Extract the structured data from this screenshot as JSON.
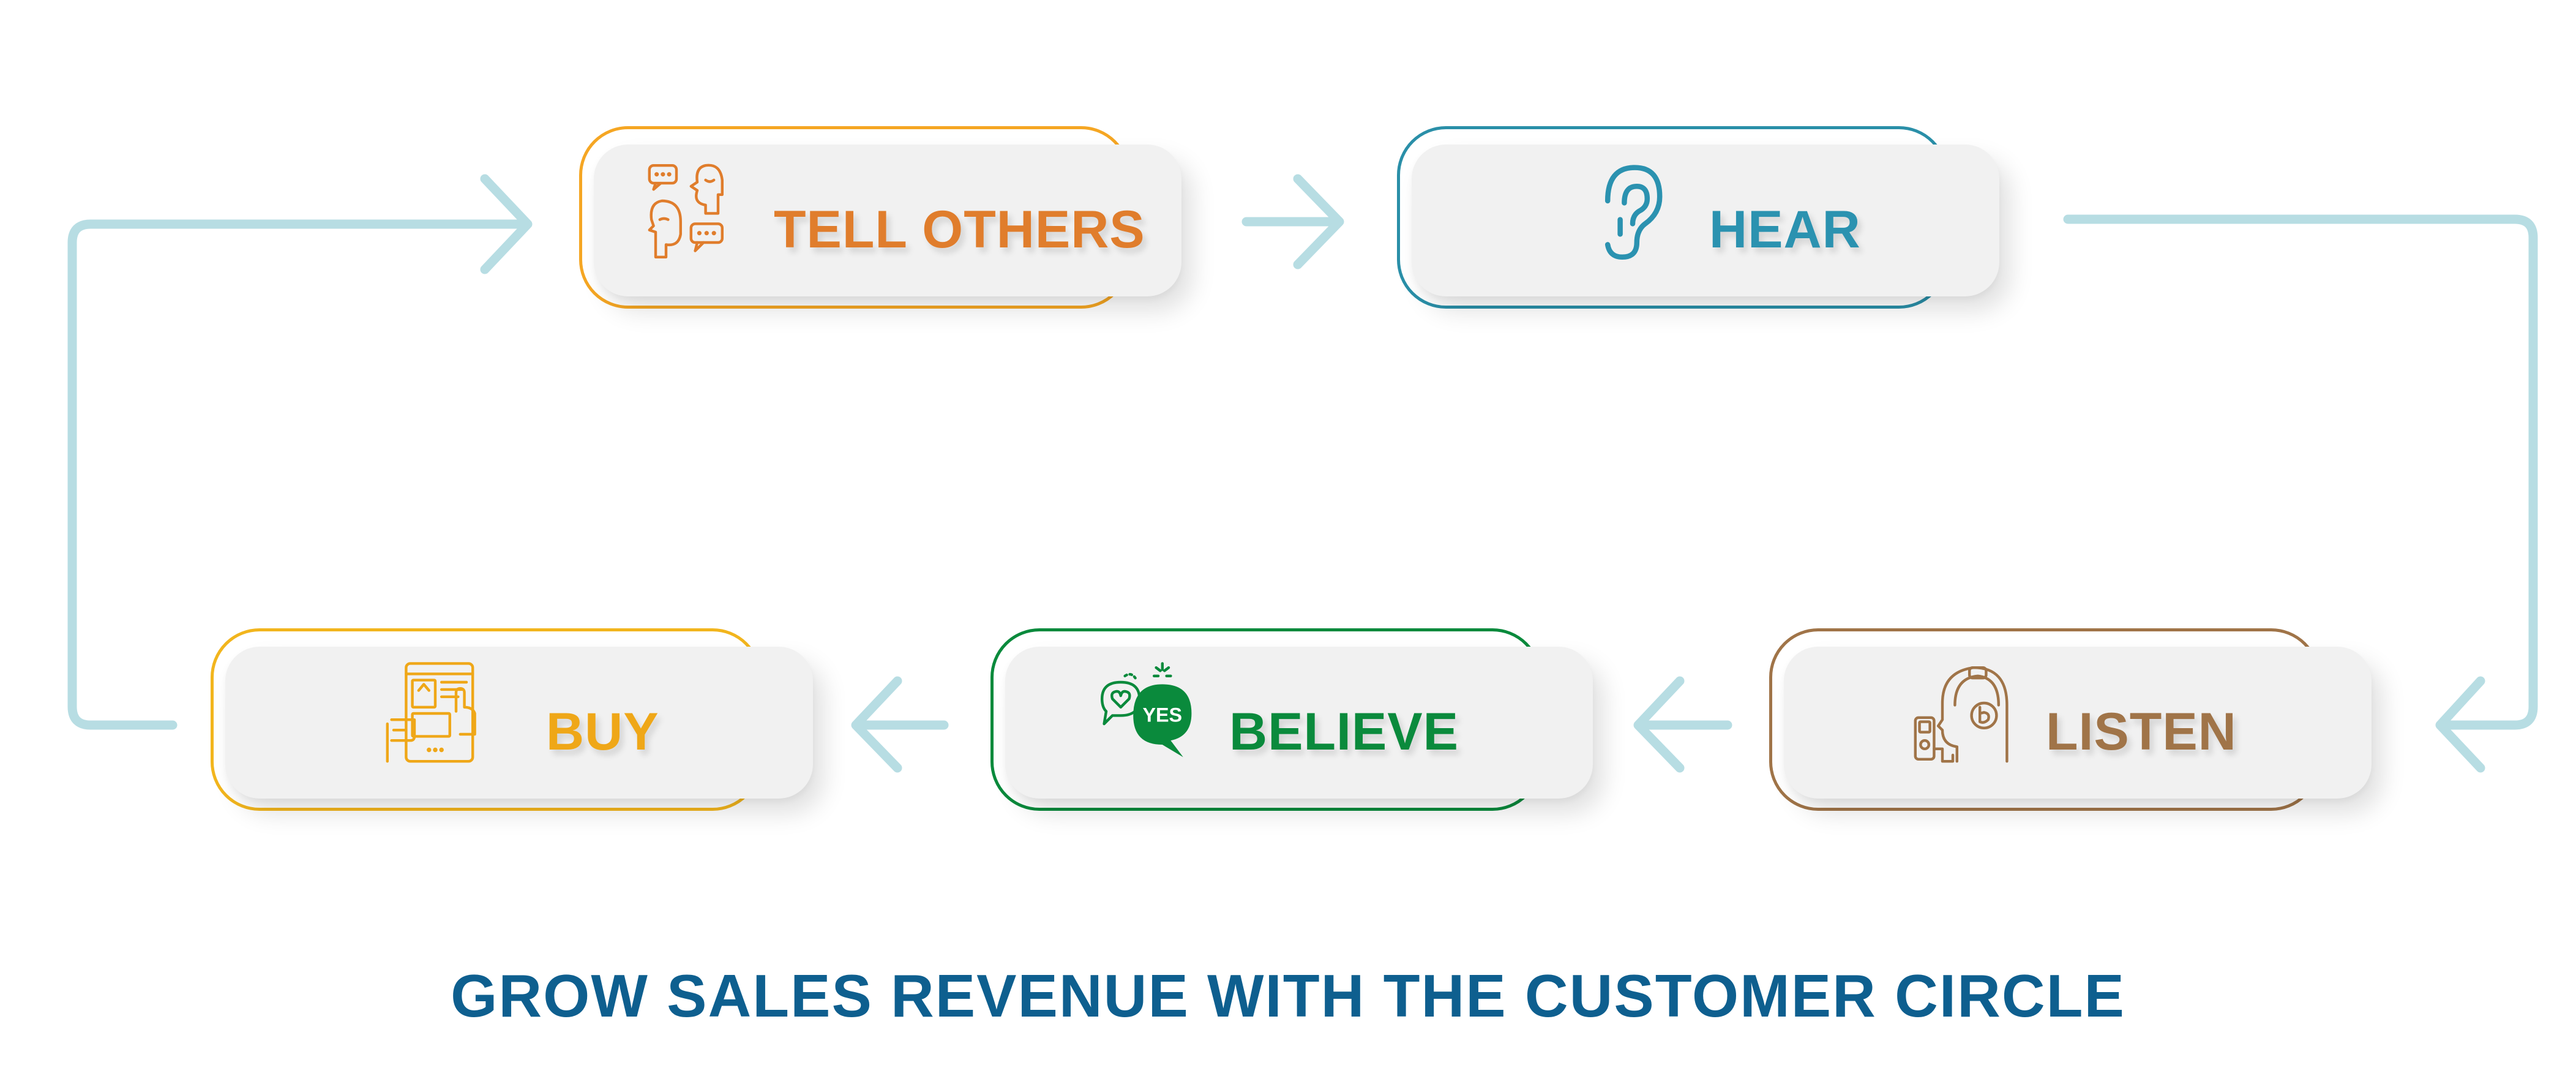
{
  "title": "GROW SALES REVENUE WITH THE CUSTOMER CIRCLE",
  "steps": [
    {
      "id": "tell-others",
      "label": "TELL OTHERS",
      "icon": "conversation-icon",
      "color": "#e07d2c",
      "border_color": "#f5a623"
    },
    {
      "id": "hear",
      "label": "HEAR",
      "icon": "ear-icon",
      "color": "#2b92b0",
      "border_color": "#2a8fa8"
    },
    {
      "id": "listen",
      "label": "LISTEN",
      "icon": "headphones-icon",
      "color": "#a07448",
      "border_color": "#a07448"
    },
    {
      "id": "believe",
      "label": "BELIEVE",
      "icon": "yes-speech-bubble-icon",
      "icon_text": "YES",
      "color": "#0a8a3c",
      "border_color": "#0a8a3c"
    },
    {
      "id": "buy",
      "label": "BUY",
      "icon": "shopping-screen-icon",
      "color": "#efa718",
      "border_color": "#f2b51d"
    }
  ],
  "flow_order": [
    "tell-others",
    "hear",
    "listen",
    "believe",
    "buy",
    "tell-others"
  ],
  "colors": {
    "arrow": "#b7dde3",
    "title": "#0e5f8f",
    "card": "#f1f1f1",
    "background": "#ffffff"
  }
}
